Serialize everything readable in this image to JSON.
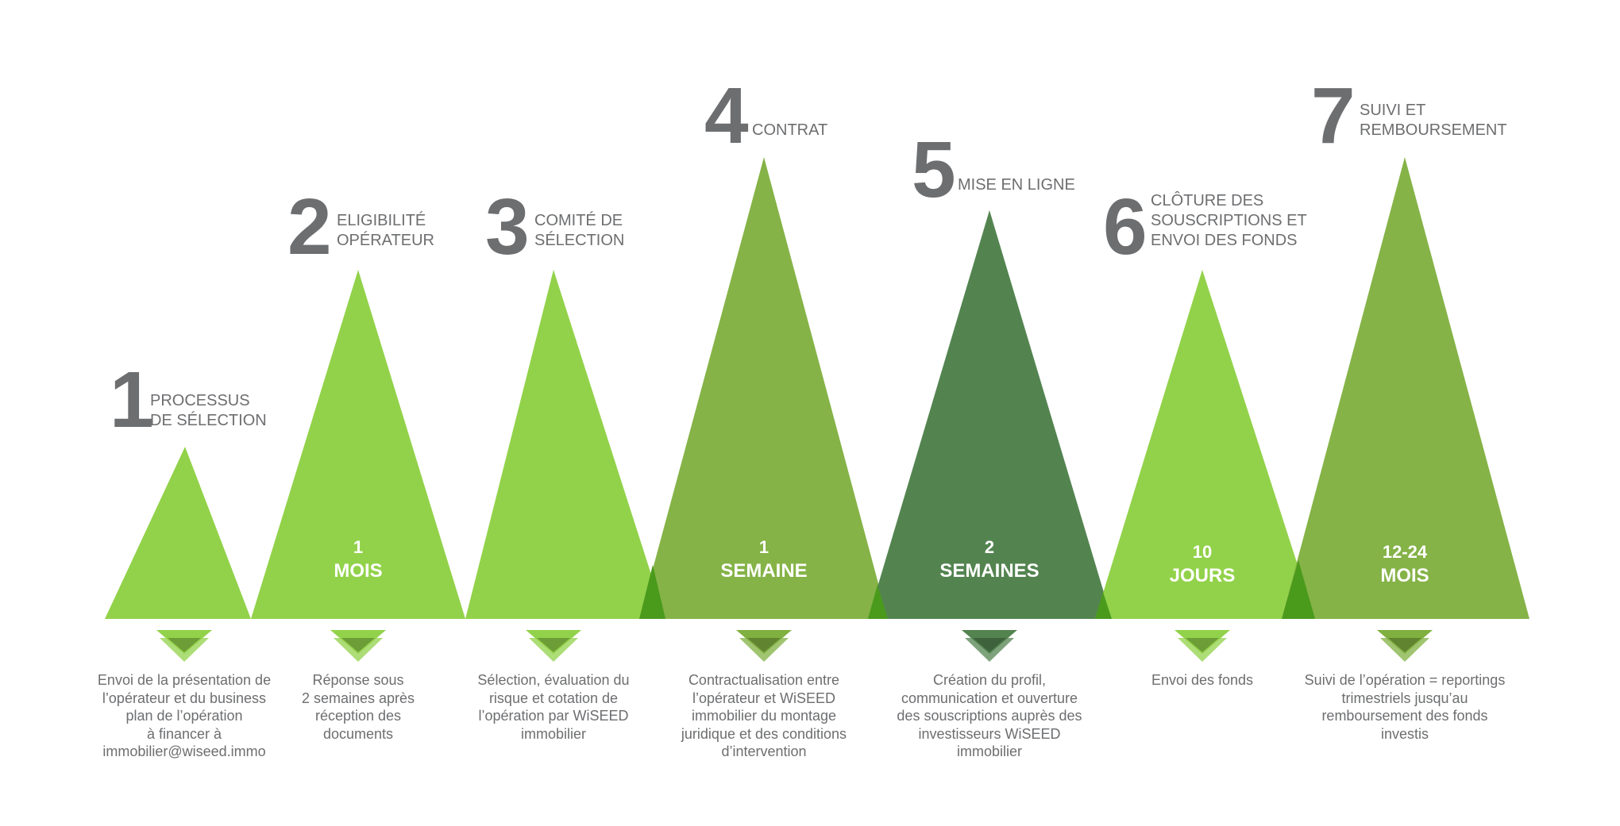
{
  "colors": {
    "light_green": "#92d24a",
    "medium_green": "#80b040",
    "dark_green": "#538450",
    "overlap_green": "#4a9a1c",
    "text_gray": "#6d6e70",
    "white": "#ffffff"
  },
  "steps": [
    {
      "number": "1",
      "title": "PROCESSUS\nDE SÉLECTION",
      "duration_value": "",
      "duration_unit": "",
      "description": "Envoi de la présentation de\nl’opérateur et du business\nplan de l’opération\nà financer à\nimmobilier@wiseed.immo",
      "color": "#92d24a",
      "arrow_icon": "chevron-down-icon"
    },
    {
      "number": "2",
      "title": "ELIGIBILITÉ\nOPÉRATEUR",
      "duration_value": "1",
      "duration_unit": "MOIS",
      "description": "Réponse sous\n2 semaines après\nréception des\ndocuments",
      "color": "#92d24a",
      "arrow_icon": "chevron-down-icon"
    },
    {
      "number": "3",
      "title": "COMITÉ DE\nSÉLECTION",
      "duration_value": "",
      "duration_unit": "",
      "description": "Sélection, évaluation du\nrisque et cotation de\nl’opération par WiSEED\nimmobilier",
      "color": "#92d24a",
      "arrow_icon": "chevron-down-icon"
    },
    {
      "number": "4",
      "title": "CONTRAT",
      "duration_value": "1",
      "duration_unit": "SEMAINE",
      "description": "Contractualisation entre\nl’opérateur et WiSEED\nimmobilier du montage\njuridique et des conditions\nd’intervention",
      "color": "#80b040",
      "arrow_icon": "chevron-down-icon"
    },
    {
      "number": "5",
      "title": "MISE EN LIGNE",
      "duration_value": "2",
      "duration_unit": "SEMAINES",
      "description": "Création du profil,\ncommunication et ouverture\ndes souscriptions auprès des\ninvestisseurs WiSEED\nimmobilier",
      "color": "#538450",
      "arrow_icon": "chevron-down-icon"
    },
    {
      "number": "6",
      "title": "CLÔTURE DES\nSOUSCRIPTIONS ET\nENVOI DES FONDS",
      "duration_value": "10",
      "duration_unit": "JOURS",
      "description": "Envoi des fonds",
      "color": "#92d24a",
      "arrow_icon": "chevron-down-icon"
    },
    {
      "number": "7",
      "title": "SUIVI ET\nREMBOURSEMENT",
      "duration_value": "12-24",
      "duration_unit": "MOIS",
      "description": "Suivi de l’opération = reportings\ntrimestriels jusqu’au\nremboursement des fonds\ninvestis",
      "color": "#80b040",
      "arrow_icon": "chevron-down-icon"
    }
  ]
}
